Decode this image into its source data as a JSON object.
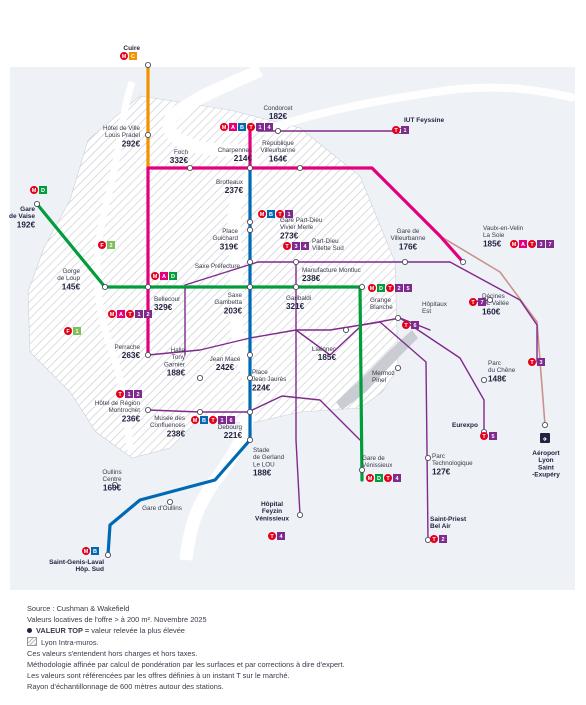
{
  "colors": {
    "metro_a": "#e4007c",
    "metro_b": "#0069b4",
    "metro_c": "#f39200",
    "metro_d": "#009d3a",
    "tram": "#7f2a8c",
    "rhone": "#6e85ab",
    "rhonexpress": "#c9928d",
    "background": "#eef1f6"
  },
  "stations": [
    {
      "id": "cuire",
      "name": "Cuire",
      "bold": true,
      "badges": [
        {
          "t": "M",
          "c": "#e2001a"
        },
        {
          "t": "C",
          "c": "#f39200"
        }
      ]
    },
    {
      "id": "hdv",
      "name": "Hôtel de Ville\nLouis Pradel",
      "price": "292€"
    },
    {
      "id": "foch",
      "name": "Foch",
      "price": "332€"
    },
    {
      "id": "condorcet",
      "name": "Condorcet",
      "price": "182€"
    },
    {
      "id": "iut",
      "name": "IUT Feyssine",
      "bold": true,
      "badges": [
        {
          "t": "T",
          "c": "#e2001a"
        },
        {
          "t": "1",
          "c": "#7f2a8c"
        }
      ]
    },
    {
      "id": "charpennes",
      "name": "Charpennes",
      "price": "214€",
      "badges": [
        {
          "t": "M",
          "c": "#e2001a"
        },
        {
          "t": "A",
          "c": "#e4007c"
        },
        {
          "t": "B",
          "c": "#0069b4"
        },
        {
          "t": "T",
          "c": "#e2001a"
        },
        {
          "t": "1",
          "c": "#7f2a8c"
        },
        {
          "t": "4",
          "c": "#7f2a8c"
        }
      ]
    },
    {
      "id": "republique",
      "name": "République\nVilleurbanne",
      "price": "164€"
    },
    {
      "id": "brotteaux",
      "name": "Brotteaux",
      "price": "237€"
    },
    {
      "id": "gare_vaise",
      "name": "Gare\nde Vaise",
      "price": "192€",
      "bold": true,
      "badges": [
        {
          "t": "M",
          "c": "#e2001a"
        },
        {
          "t": "D",
          "c": "#009d3a"
        }
      ]
    },
    {
      "id": "gorge",
      "name": "Gorge\nde Loup",
      "price": "145€"
    },
    {
      "id": "place_guichard",
      "name": "Place\nGuichard",
      "price": "319€"
    },
    {
      "id": "part_dieu_vm",
      "name": "Gare Part-Dieu\nVivier Merle",
      "price": "273€",
      "badges": [
        {
          "t": "M",
          "c": "#e2001a"
        },
        {
          "t": "B",
          "c": "#0069b4"
        },
        {
          "t": "T",
          "c": "#e2001a"
        },
        {
          "t": "1",
          "c": "#7f2a8c"
        }
      ]
    },
    {
      "id": "part_dieu_vs",
      "name": "Part-Dieu\nVillette Sud",
      "badges": [
        {
          "t": "T",
          "c": "#e2001a"
        },
        {
          "t": "3",
          "c": "#7f2a8c"
        },
        {
          "t": "4",
          "c": "#7f2a8c"
        }
      ]
    },
    {
      "id": "gare_villeurbanne",
      "name": "Gare de\nVilleurbanne",
      "price": "176€"
    },
    {
      "id": "vaulx",
      "name": "Vaulx-en-Velin\nLa Soie",
      "price": "185€",
      "badges": [
        {
          "t": "M",
          "c": "#e2001a"
        },
        {
          "t": "A",
          "c": "#e4007c"
        },
        {
          "t": "T",
          "c": "#e2001a"
        },
        {
          "t": "3",
          "c": "#7f2a8c"
        },
        {
          "t": "7",
          "c": "#7f2a8c"
        }
      ]
    },
    {
      "id": "saxe_pref",
      "name": "Saxe Préfecture"
    },
    {
      "id": "montluc",
      "name": "Manufacture Montluc",
      "price": "238€"
    },
    {
      "id": "bellecour",
      "name": "Bellecour",
      "price": "329€",
      "badges": [
        {
          "t": "M",
          "c": "#e2001a"
        },
        {
          "t": "A",
          "c": "#e4007c"
        },
        {
          "t": "D",
          "c": "#009d3a"
        }
      ]
    },
    {
      "id": "saxe_gambetta",
      "name": "Saxe\nGambetta",
      "price": "203€"
    },
    {
      "id": "garibaldi",
      "name": "Garibaldi",
      "price": "321€"
    },
    {
      "id": "grange",
      "name": "Grange\nBlanche",
      "badges": [
        {
          "t": "M",
          "c": "#e2001a"
        },
        {
          "t": "D",
          "c": "#009d3a"
        },
        {
          "t": "T",
          "c": "#e2001a"
        },
        {
          "t": "2",
          "c": "#7f2a8c"
        },
        {
          "t": "5",
          "c": "#7f2a8c"
        }
      ]
    },
    {
      "id": "hopitaux_est",
      "name": "Hôpitaux\nEst",
      "badges": [
        {
          "t": "T",
          "c": "#e2001a"
        },
        {
          "t": "6",
          "c": "#7f2a8c"
        }
      ]
    },
    {
      "id": "decines",
      "name": "Décines\nOL Vallée",
      "price": "160€",
      "badges": [
        {
          "t": "T",
          "c": "#e2001a"
        },
        {
          "t": "7",
          "c": "#7f2a8c"
        }
      ]
    },
    {
      "id": "perrache",
      "name": "Perrache",
      "price": "263€",
      "badges": [
        {
          "t": "M",
          "c": "#e2001a"
        },
        {
          "t": "A",
          "c": "#e4007c"
        },
        {
          "t": "T",
          "c": "#e2001a"
        },
        {
          "t": "1",
          "c": "#7f2a8c"
        },
        {
          "t": "2",
          "c": "#7f2a8c"
        }
      ]
    },
    {
      "id": "laennec",
      "name": "Laënnec",
      "price": "185€"
    },
    {
      "id": "jean_mace",
      "name": "Jean Macé",
      "price": "242€"
    },
    {
      "id": "jean_jaures",
      "name": "Place\nJean Jaurès",
      "price": "224€"
    },
    {
      "id": "halle",
      "name": "Halle\nTony\nGarnier",
      "price": "188€"
    },
    {
      "id": "mermoz",
      "name": "Mermoz\nPinel"
    },
    {
      "id": "parc_chene",
      "name": "Parc\ndu Chêne",
      "price": "148€"
    },
    {
      "id": "hotel_region",
      "name": "Hôtel de Région\nMontrochet",
      "price": "236€",
      "badges": [
        {
          "t": "T",
          "c": "#e2001a"
        },
        {
          "t": "1",
          "c": "#7f2a8c"
        },
        {
          "t": "2",
          "c": "#7f2a8c"
        }
      ]
    },
    {
      "id": "musee",
      "name": "Musée des\nConfluences",
      "price": "238€"
    },
    {
      "id": "debourg",
      "name": "Debourg",
      "price": "221€",
      "badges": [
        {
          "t": "M",
          "c": "#e2001a"
        },
        {
          "t": "B",
          "c": "#0069b4"
        },
        {
          "t": "T",
          "c": "#e2001a"
        },
        {
          "t": "1",
          "c": "#7f2a8c"
        },
        {
          "t": "6",
          "c": "#7f2a8c"
        }
      ]
    },
    {
      "id": "eurexpo",
      "name": "Eurexpo",
      "bold": true,
      "badges": [
        {
          "t": "T",
          "c": "#e2001a"
        },
        {
          "t": "5",
          "c": "#7f2a8c"
        }
      ]
    },
    {
      "id": "aeroport",
      "name": "Aéroport\nLyon\nSaint\n-Exupéry",
      "bold": true
    },
    {
      "id": "stade",
      "name": "Stade\nde Gerland\nLe LOU",
      "price": "188€"
    },
    {
      "id": "gare_venissieux",
      "name": "Gare de\nVénissieux",
      "badges": [
        {
          "t": "M",
          "c": "#e2001a"
        },
        {
          "t": "D",
          "c": "#009d3a"
        },
        {
          "t": "T",
          "c": "#e2001a"
        },
        {
          "t": "4",
          "c": "#7f2a8c"
        }
      ]
    },
    {
      "id": "parc_techno",
      "name": "Parc\nTechnologique",
      "price": "127€"
    },
    {
      "id": "oullins_centre",
      "name": "Oullins\nCentre",
      "price": "160€"
    },
    {
      "id": "gare_oullins",
      "name": "Gare d'Oullins"
    },
    {
      "id": "hopital_feyzin",
      "name": "Hôpital\nFeyzin\nVénissieux",
      "bold": true,
      "badges": [
        {
          "t": "T",
          "c": "#e2001a"
        },
        {
          "t": "4",
          "c": "#7f2a8c"
        }
      ]
    },
    {
      "id": "st_priest",
      "name": "Saint-Priest\nBel Air",
      "bold": true,
      "badges": [
        {
          "t": "T",
          "c": "#e2001a"
        },
        {
          "t": "2",
          "c": "#7f2a8c"
        }
      ]
    },
    {
      "id": "st_genis",
      "name": "Saint-Genis-Laval\nHôp. Sud",
      "bold": true,
      "badges": [
        {
          "t": "M",
          "c": "#e2001a"
        },
        {
          "t": "B",
          "c": "#0069b4"
        }
      ]
    }
  ],
  "extra_badges": [
    {
      "id": "f2",
      "badges": [
        {
          "t": "F",
          "c": "#e2001a"
        },
        {
          "t": "2",
          "c": "#7fbf5a"
        }
      ]
    },
    {
      "id": "f1",
      "badges": [
        {
          "t": "F",
          "c": "#e2001a"
        },
        {
          "t": "1",
          "c": "#7fbf5a"
        }
      ]
    },
    {
      "id": "t3",
      "badges": [
        {
          "t": "T",
          "c": "#e2001a"
        },
        {
          "t": "3",
          "c": "#7f2a8c"
        }
      ]
    },
    {
      "id": "airport_icon",
      "glyph": "✈"
    }
  ],
  "legend": {
    "source": "Source : Cushman & Wakefield",
    "values": "Valeurs locatives de l'offre  > à 200 m². Novembre 2025",
    "top_bold": "VALEUR TOP =",
    "top_text": " valeur relevée la plus élevée",
    "intramuros": "Lyon Intra-muros.",
    "note1": "Ces valeurs s'entendent hors charges et hors taxes.",
    "note2": "Méthodologie affinée par calcul de pondération par les surfaces et par corrections à dire d'expert.",
    "note3": "Les valeurs sont référencées par les offres définies à un instant T sur le marché.",
    "note4": "Rayon d'échantillonnage de 600 mètres autour des stations."
  }
}
